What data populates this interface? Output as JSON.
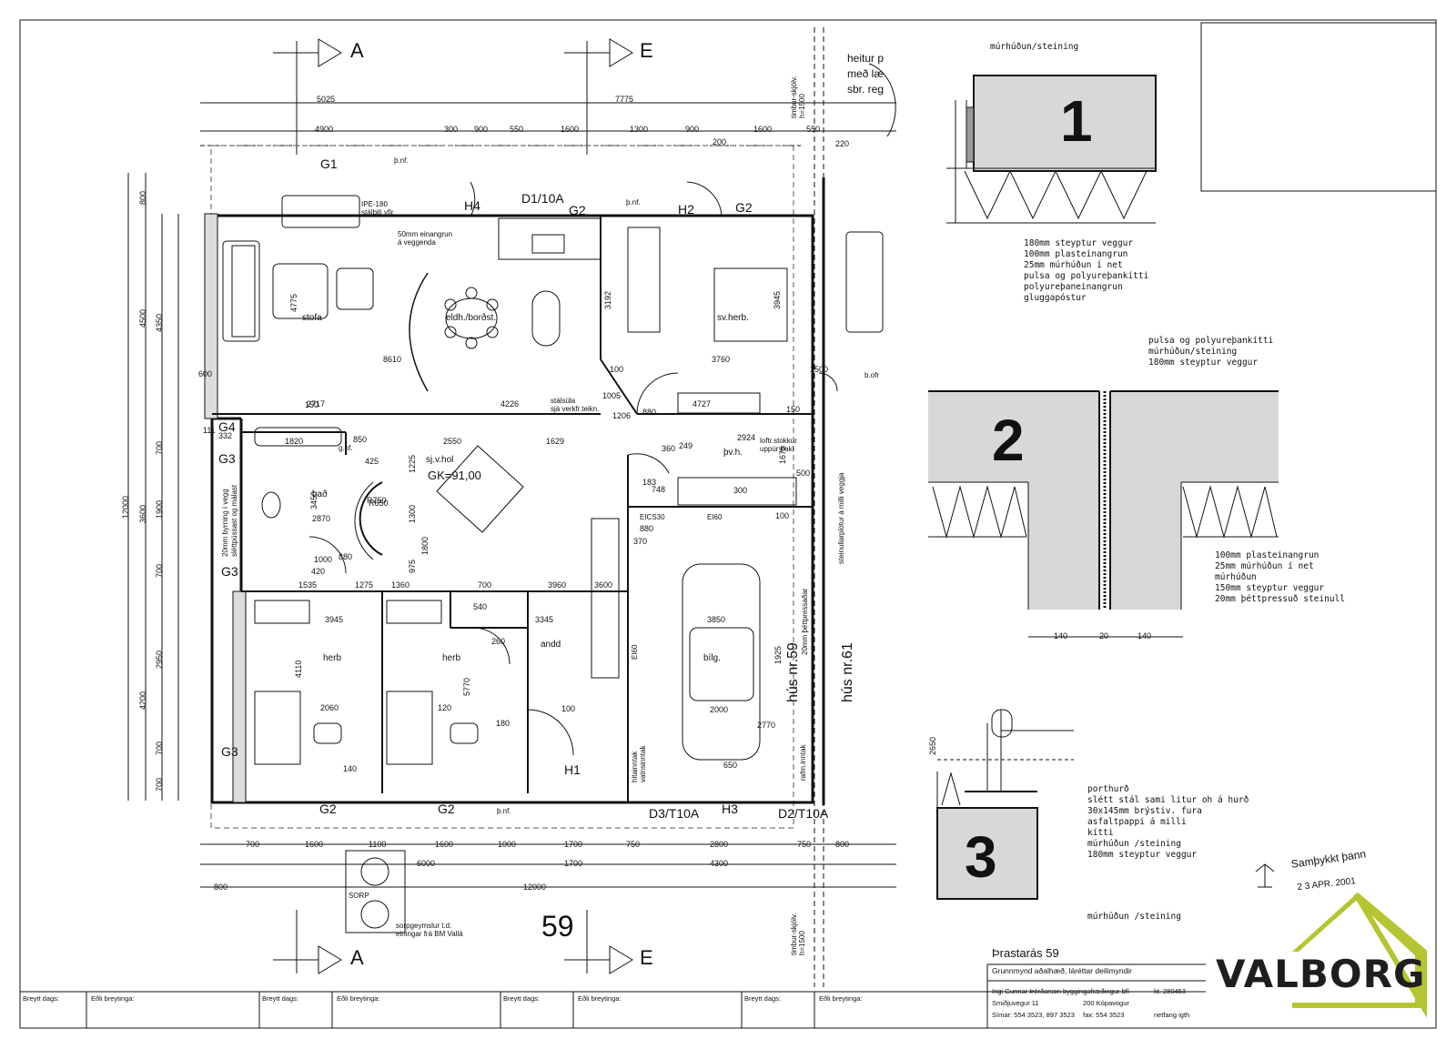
{
  "title_block": {
    "project": "Þrastarás 59",
    "description": "Grunnmynd aðalhæð, láréttar deilimyndir",
    "designer": "Ingi Gunnar Þórðarson byggingafræðingur bfí",
    "kt": "kt. 280453-",
    "address": "Smiðjuvegur 11",
    "postal": "200 Kópavogur",
    "phones": "Símar: 554 3523, 897 3523",
    "fax": "fax: 554 3523",
    "email": "netfang igth",
    "house_number_large": "59"
  },
  "revision_table": {
    "date_label": "Breytt dags:",
    "type_label": "Eðli breytinga:"
  },
  "stamp": {
    "text": "Samþykkt þann",
    "date": "2 3 APR. 2001"
  },
  "logo": {
    "text": "VALBORG",
    "accent_color": "#b5c531"
  },
  "section_cuts": [
    "A",
    "E",
    "A",
    "E"
  ],
  "rooms": {
    "stofa": "stofa",
    "eldh": "eldh./borðst.",
    "svherb": "sv.herb.",
    "bad": "bað",
    "sjvhol": "sj.v.hol",
    "gk": "GK=91,00",
    "pvh": "þv.h.",
    "herb1": "herb",
    "herb2": "herb",
    "andd": "andd",
    "bilg": "bílg.",
    "hus59": "hús nr.59",
    "hus61": "hús nr.61"
  },
  "tags": {
    "G1": "G1",
    "H4": "H4",
    "D1": "D1/10A",
    "G2a": "G2",
    "H2": "H2",
    "G2b": "G2",
    "G4": "G4",
    "G3a": "G3",
    "G3b": "G3",
    "G3c": "G3",
    "G2c": "G2",
    "G2d": "G2",
    "H1": "H1",
    "H3": "H3",
    "D3": "D3/T10A",
    "D2": "D2/T10A",
    "pnf": "þ.nf.",
    "pnf2": "þ.nf.",
    "pnf3": "þ.nf."
  },
  "dimensions": {
    "top1": [
      "5025",
      "7775"
    ],
    "top2": [
      "4900",
      "300",
      "900",
      "550",
      "1600",
      "1300",
      "900",
      "1600",
      "550"
    ],
    "top3": [
      "200",
      "220"
    ],
    "bottom1": [
      "700",
      "1600",
      "1100",
      "1600",
      "1000",
      "1700",
      "750",
      "2800",
      "750",
      "800"
    ],
    "bottom2": [
      "6000",
      "1700",
      "4300"
    ],
    "bottom3": [
      "800",
      "12000"
    ],
    "left_outer": [
      "12000"
    ],
    "left_mid": [
      "3600",
      "4200"
    ],
    "left_inner": [
      "700",
      "1900",
      "700",
      "2950",
      "700",
      "700"
    ],
    "left_top": [
      "800",
      "4350",
      "4500"
    ],
    "interior": [
      "150",
      "8610",
      "4775",
      "3192",
      "100",
      "3760",
      "3945",
      "2717",
      "4226",
      "1005",
      "1206",
      "880",
      "4727",
      "150",
      "1820",
      "850",
      "425",
      "2550",
      "1629",
      "2924",
      "1675",
      "500",
      "300",
      "100",
      "3450",
      "2870",
      "880",
      "1225",
      "1300",
      "975",
      "1800",
      "880",
      "360",
      "249",
      "183",
      "748",
      "1550",
      "880",
      "1535",
      "1275",
      "1360",
      "700",
      "3960",
      "3600",
      "3945",
      "3345",
      "4110",
      "5770",
      "3850",
      "1925",
      "2000",
      "2770",
      "2650",
      "2060",
      "120",
      "100",
      "140",
      "180",
      "1500",
      "600",
      "650",
      "370",
      "540",
      "260",
      "332",
      "111",
      "420",
      "1000"
    ]
  },
  "notes": {
    "ipe": "IPE-180",
    "ipe2": "stálbiti yfir",
    "einangrun": "50mm einangrun",
    "einangrun2": "á veggenda",
    "stalsula": "stálsúla",
    "stalsula2": "sjá verkfr.teikn.",
    "bymming": "20mm byrning í vegg",
    "bymming2": "sléttpússast og málast",
    "loft": "loftr.stokkur",
    "loft2": "uppúr þaki",
    "eics": "EICS30",
    "ei60": "EI60",
    "ei60b": "EI60",
    "hitainntak": "hitainntak",
    "valns": "vatnsinntak",
    "rafm": "rafm.inntak",
    "pettpressad": "20mm þéttpressaðar",
    "steinull": "steinullarplötur á milli veggja",
    "sorp": "SORP",
    "sorpgeymsla": "sorpgeymslur t.d.",
    "einingar": "einingar frá BM Vallá",
    "timbur": "timbur-skjólv.",
    "timbur2": "h=1500",
    "heitur": "heitur p",
    "heitur2": "með læ",
    "heitur3": "sbr. reg",
    "bofr": "b.ofr",
    "R750": "R750",
    "R650": "R650",
    "gnf": "g.nf."
  },
  "detail1": {
    "number": "1",
    "top_label": "múrhúðun/steining",
    "labels": [
      "180mm steyptur veggur",
      "100mm plasteinangrun",
      "25mm múrhúðun í net",
      "pulsa og polyureþankítti",
      "polyureþaneinangrun",
      "gluggapóstur"
    ]
  },
  "detail2": {
    "number": "2",
    "top_labels": [
      "pulsa og polyureþankítti",
      "múrhúðun/steining",
      "180mm steyptur veggur"
    ],
    "labels": [
      "100mm plasteinangrun",
      "25mm múrhúðun í net",
      "múrhúðun",
      "150mm steyptur veggur",
      "20mm þéttpressuð steinull"
    ],
    "dims": [
      "140",
      "20",
      "140"
    ]
  },
  "detail3": {
    "number": "3",
    "labels": [
      "porthurð",
      "slétt stál sami litur oh á hurð",
      "30x145mm brýstiv. fura",
      "asfaltpappi á milli",
      "kítti",
      "múrhúðun /steining",
      "180mm steyptur veggur"
    ],
    "bottom_label": "múrhúðun /steining"
  }
}
